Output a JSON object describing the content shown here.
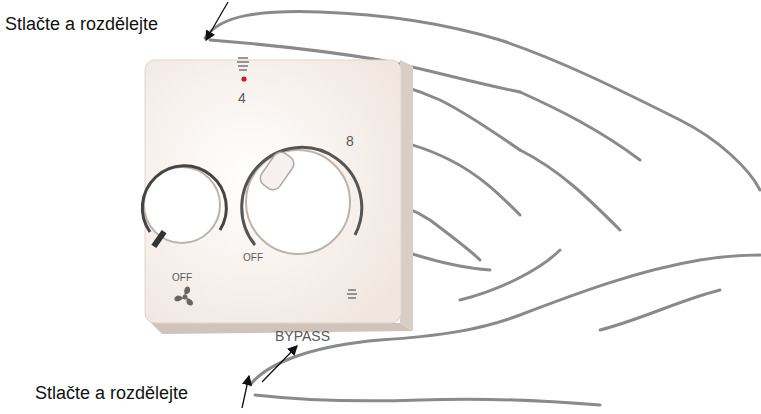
{
  "diagram": {
    "nodes": [
      {
        "text": [
          "4",
          "8",
          "OFF",
          "OFF",
          "BYPASS"
        ]
      }
    ],
    "labels": [
      "Stlačte a rozdělejte",
      "Stlačte a rozdělejte"
    ]
  }
}
